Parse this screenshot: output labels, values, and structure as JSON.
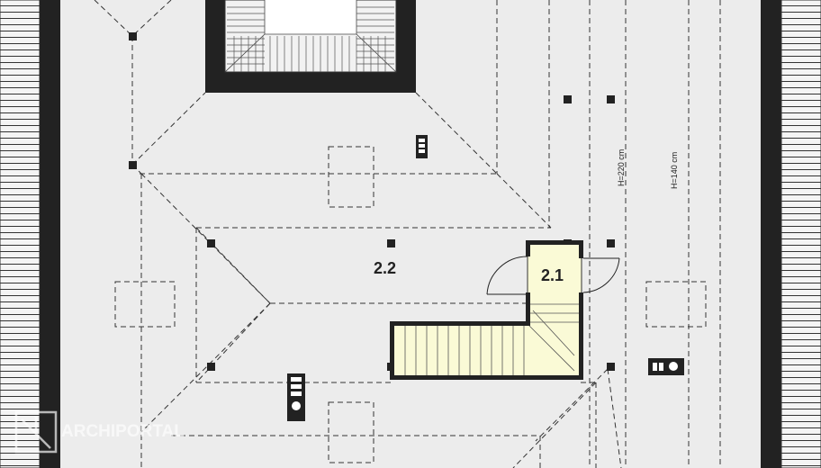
{
  "rooms": [
    {
      "id": "2.1",
      "label": "2.1"
    },
    {
      "id": "2.2",
      "label": "2.2"
    }
  ],
  "height_notes": {
    "left": "H=220 cm",
    "right": "H=140 cm"
  },
  "watermark": {
    "text": "ARCHIPORTAL",
    "icon": "archiportal-logo-icon"
  },
  "colors": {
    "background": "#ececec",
    "wall": "#222222",
    "stair_fill": "#fafad6",
    "roof_hatch": "#333333",
    "line": "#333333"
  }
}
